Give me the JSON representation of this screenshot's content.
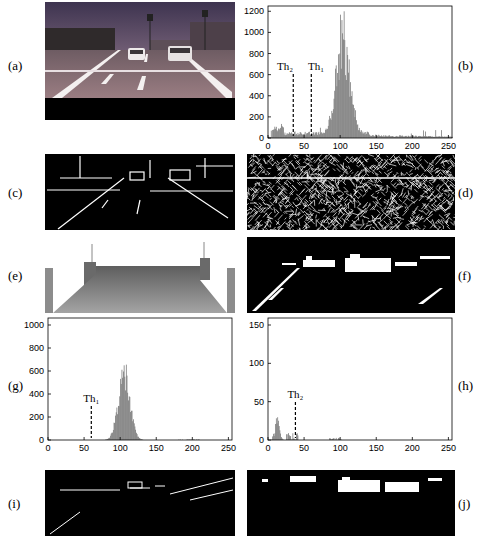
{
  "diagram": {
    "labels": [
      "(a)",
      "(b)",
      "(c)",
      "(d)",
      "(e)",
      "(f)",
      "(g)",
      "(h)",
      "(i)",
      "(j)",
      "1200",
      "1000",
      "800",
      "600",
      "400",
      "200",
      "0",
      "0",
      "50",
      "100",
      "150",
      "200",
      "250",
      "Th₂",
      "Th₁",
      "1000",
      "800",
      "600",
      "400",
      "200",
      "0",
      "0",
      "50",
      "100",
      "150",
      "200",
      "250",
      "Th₁",
      "150",
      "100",
      "50",
      "0",
      "0",
      "50",
      "100",
      "150",
      "200",
      "250",
      "Th₂"
    ]
  }
}
